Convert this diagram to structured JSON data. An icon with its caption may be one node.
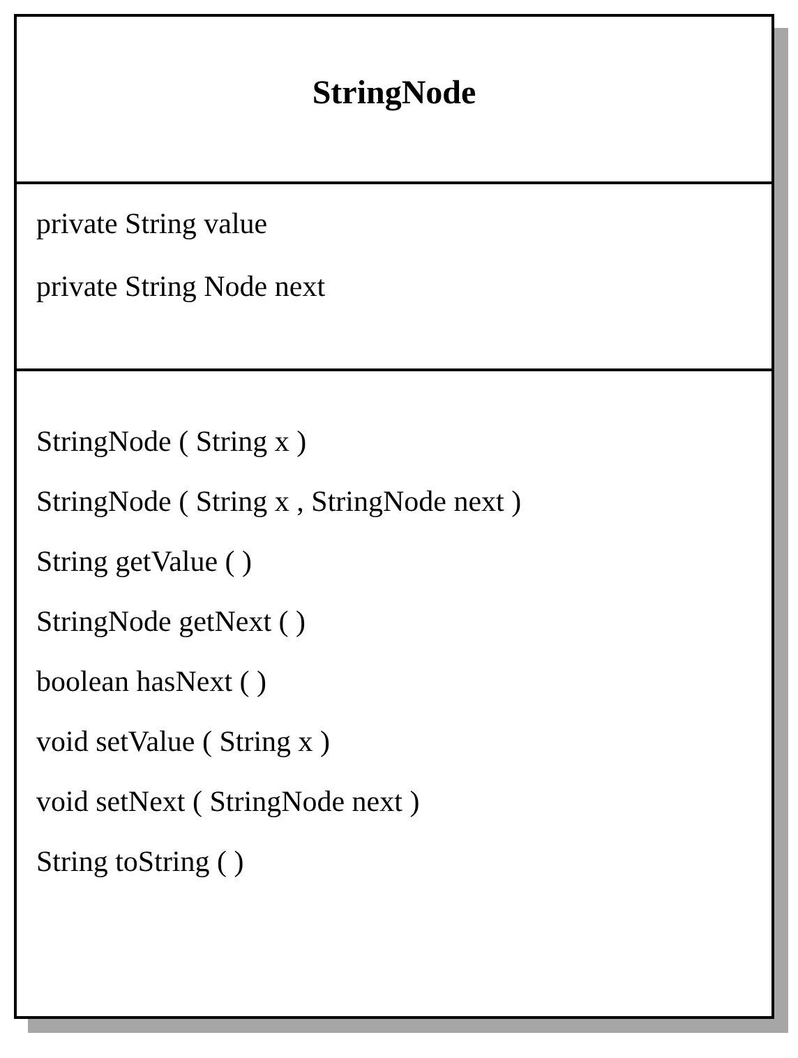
{
  "diagram": {
    "nodes": [
      {
        "text": [
          "StringNode"
        ]
      },
      {
        "text": [
          "private String value",
          "private String Node next"
        ],
        "in": 0
      },
      {
        "text": [
          "StringNode ( String x )",
          "StringNode ( String x , StringNode next )",
          "String getValue ( )",
          "StringNode getNext ( )",
          "boolean hasNext ( )",
          "void setValue ( String x )",
          "void setNext ( StringNode next )",
          "String toString ( )"
        ],
        "in": 0
      }
    ],
    "edges": []
  }
}
